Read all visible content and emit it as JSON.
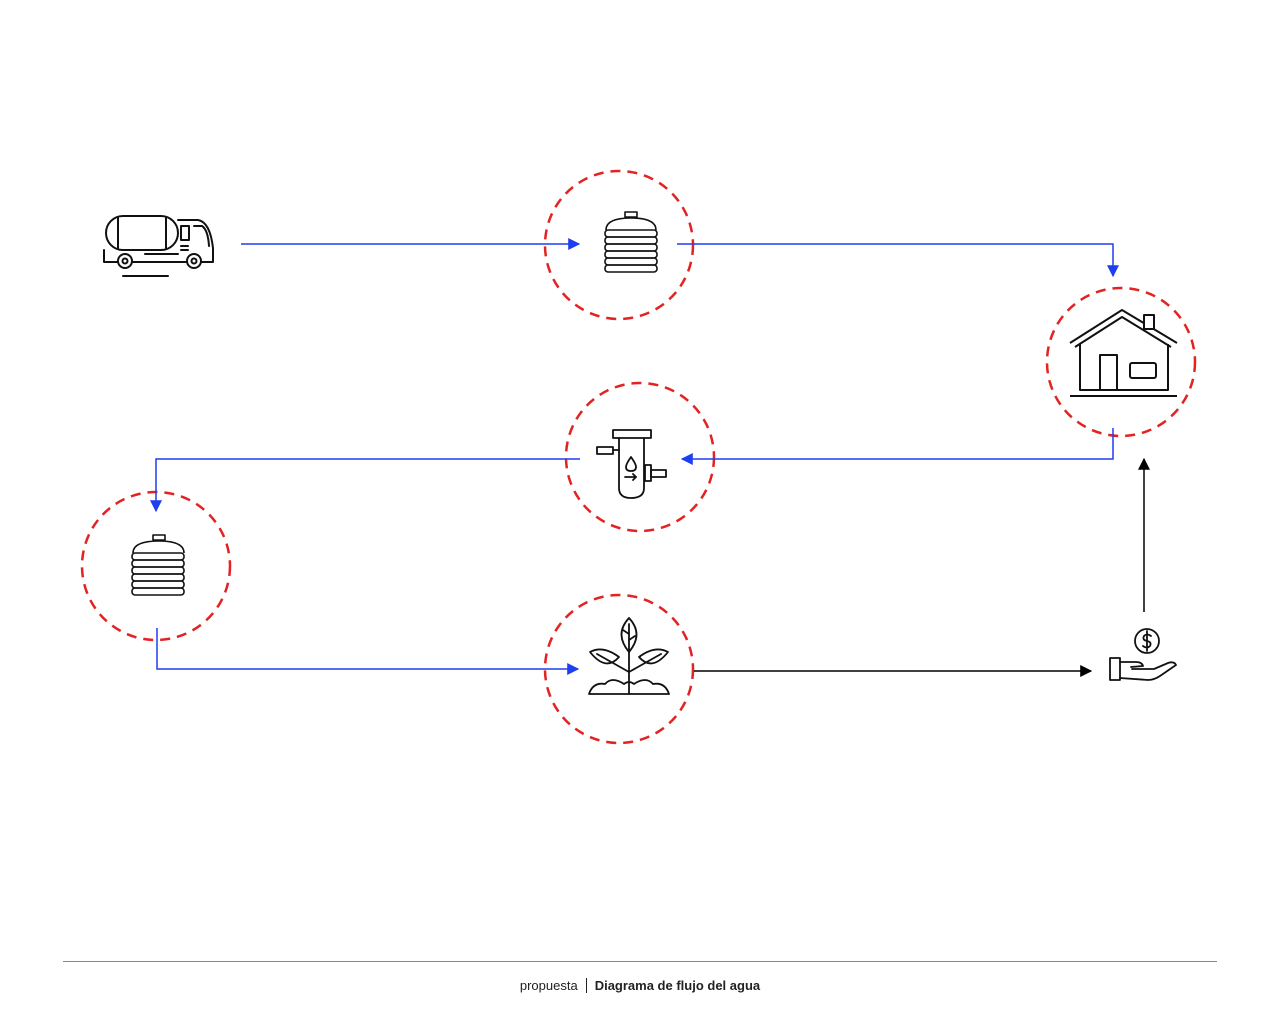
{
  "footer": {
    "subtitle": "propuesta",
    "title": "Diagrama de flujo del agua"
  },
  "colors": {
    "flow": "#1e3ff0",
    "money_flow": "#000000",
    "highlight_ring": "#e32222",
    "icon_stroke": "#111111",
    "rule": "#8a8a8a"
  },
  "diagram": {
    "nodes": [
      {
        "id": "truck",
        "icon": "water-truck-icon",
        "highlighted": false
      },
      {
        "id": "tank-top",
        "icon": "water-tank-icon",
        "highlighted": true
      },
      {
        "id": "house",
        "icon": "house-icon",
        "highlighted": true
      },
      {
        "id": "filter",
        "icon": "water-filter-icon",
        "highlighted": true
      },
      {
        "id": "tank-bottom",
        "icon": "water-tank-icon",
        "highlighted": true
      },
      {
        "id": "plant",
        "icon": "plant-icon",
        "highlighted": true
      },
      {
        "id": "savings",
        "icon": "hand-money-icon",
        "highlighted": false
      }
    ],
    "edges": [
      {
        "from": "truck",
        "to": "tank-top",
        "kind": "water"
      },
      {
        "from": "tank-top",
        "to": "house",
        "kind": "water"
      },
      {
        "from": "house",
        "to": "filter",
        "kind": "water"
      },
      {
        "from": "filter",
        "to": "tank-bottom",
        "kind": "water"
      },
      {
        "from": "tank-bottom",
        "to": "plant",
        "kind": "water"
      },
      {
        "from": "plant",
        "to": "savings",
        "kind": "money"
      },
      {
        "from": "savings",
        "to": "house",
        "kind": "money"
      }
    ]
  }
}
